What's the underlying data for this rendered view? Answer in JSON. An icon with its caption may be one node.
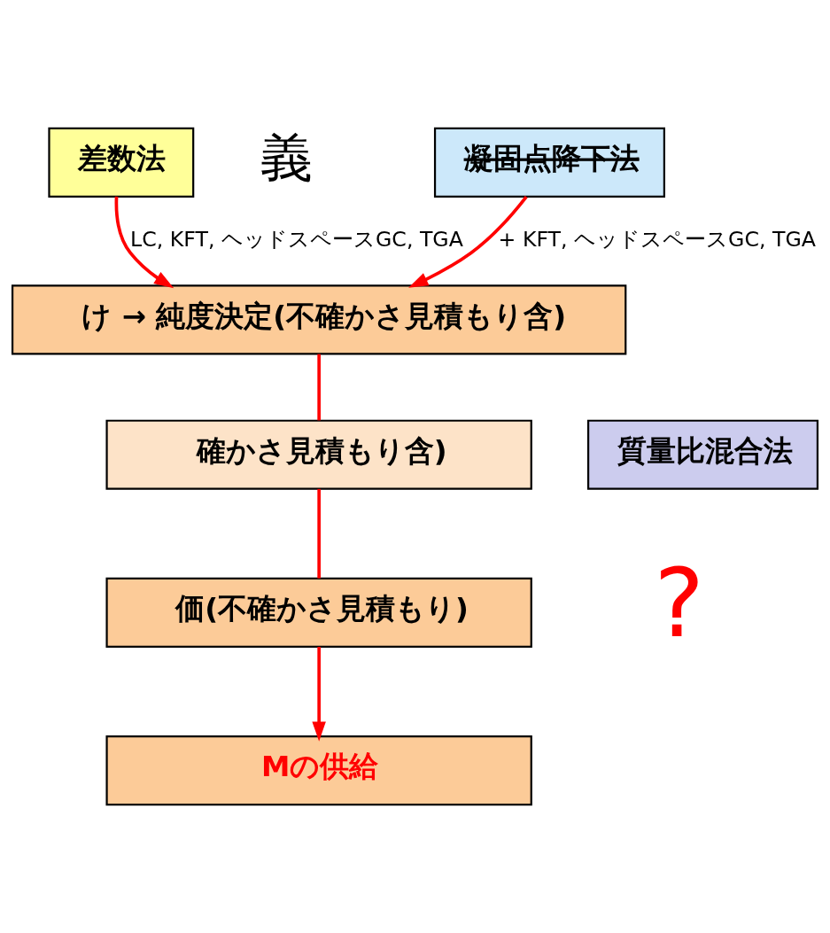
{
  "diagram": {
    "nodes": [
      {
        "text": [
          "凝固点降下法"
        ]
      },
      {
        "text": [
          "差数法"
        ]
      },
      {
        "text": [
          "け → 純度決定(不確かさ見積もり含)"
        ]
      },
      {
        "text": [
          "確かさ見積もり含)"
        ]
      },
      {
        "text": [
          "質量比混合法"
        ]
      },
      {
        "text": [
          "価(不確かさ見積もり)"
        ]
      },
      {
        "text": [
          "Mの供給"
        ]
      }
    ],
    "edges": [
      {
        "from": 0,
        "to": 2,
        "arrow": "to",
        "label": "+ KFT, ヘッドスペースGC, TGA",
        "color": "#ff0000"
      },
      {
        "from": 1,
        "to": 2,
        "arrow": "to",
        "label": "LC, KFT, ヘッドスペースGC, TGA",
        "color": "#ff0000"
      },
      {
        "from": 2,
        "to": 3,
        "arrow": "none",
        "color": "#ff0000"
      },
      {
        "from": 3,
        "to": 5,
        "arrow": "none",
        "color": "#ff0000"
      },
      {
        "from": 5,
        "to": 6,
        "arrow": "to",
        "color": "#ff0000"
      }
    ],
    "labels": [
      "義",
      "?"
    ]
  }
}
